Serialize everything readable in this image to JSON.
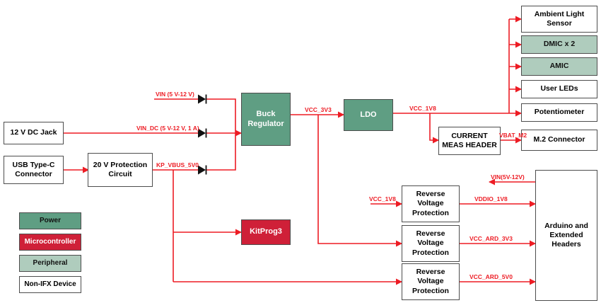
{
  "colors": {
    "power": "#5f9e83",
    "microcontroller": "#cf2038",
    "peripheral": "#afccbd",
    "wire": "#ed1c24",
    "border": "#4d4d4d"
  },
  "blocks": {
    "dc_jack": "12 V DC Jack",
    "usb_c": "USB Type-C Connector",
    "protection": "20 V Protection Circuit",
    "buck": "Buck Regulator",
    "ldo": "LDO",
    "kitprog": "KitProg3",
    "current_meas": "CURRENT\nMEAS HEADER",
    "rvp_1": "Reverse Voltage Protection",
    "rvp_2": "Reverse Voltage Protection",
    "rvp_3": "Reverse Voltage Protection",
    "ambient_light": "Ambient Light Sensor",
    "dmic": "DMIC x 2",
    "amic": "AMIC",
    "user_leds": "User LEDs",
    "potentiometer": "Potentiometer",
    "m2": "M.2 Connector",
    "arduino": "Arduino and Extended Headers"
  },
  "nets": {
    "vin": "VIN (5 V-12 V)",
    "vin_dc": "VIN_DC (5 V-12 V, 1 A)",
    "kp_vbus": "KP_VBUS_5V0",
    "vcc_3v3": "VCC_3V3",
    "vcc_1v8": "VCC_1V8",
    "vcc_1v8_rvp": "VCC_1V8",
    "vbat_m2": "VBAT_M2",
    "vddio_1v8": "VDDIO_1V8",
    "vcc_ard_3v3": "VCC_ARD_3V3",
    "vcc_ard_5v0": "VCC_ARD_5V0",
    "vin_arduino": "VIN(5V-12V)"
  },
  "legend": {
    "power": "Power",
    "microcontroller": "Microcontroller",
    "peripheral": "Peripheral",
    "non_ifx": "Non-IFX Device"
  }
}
